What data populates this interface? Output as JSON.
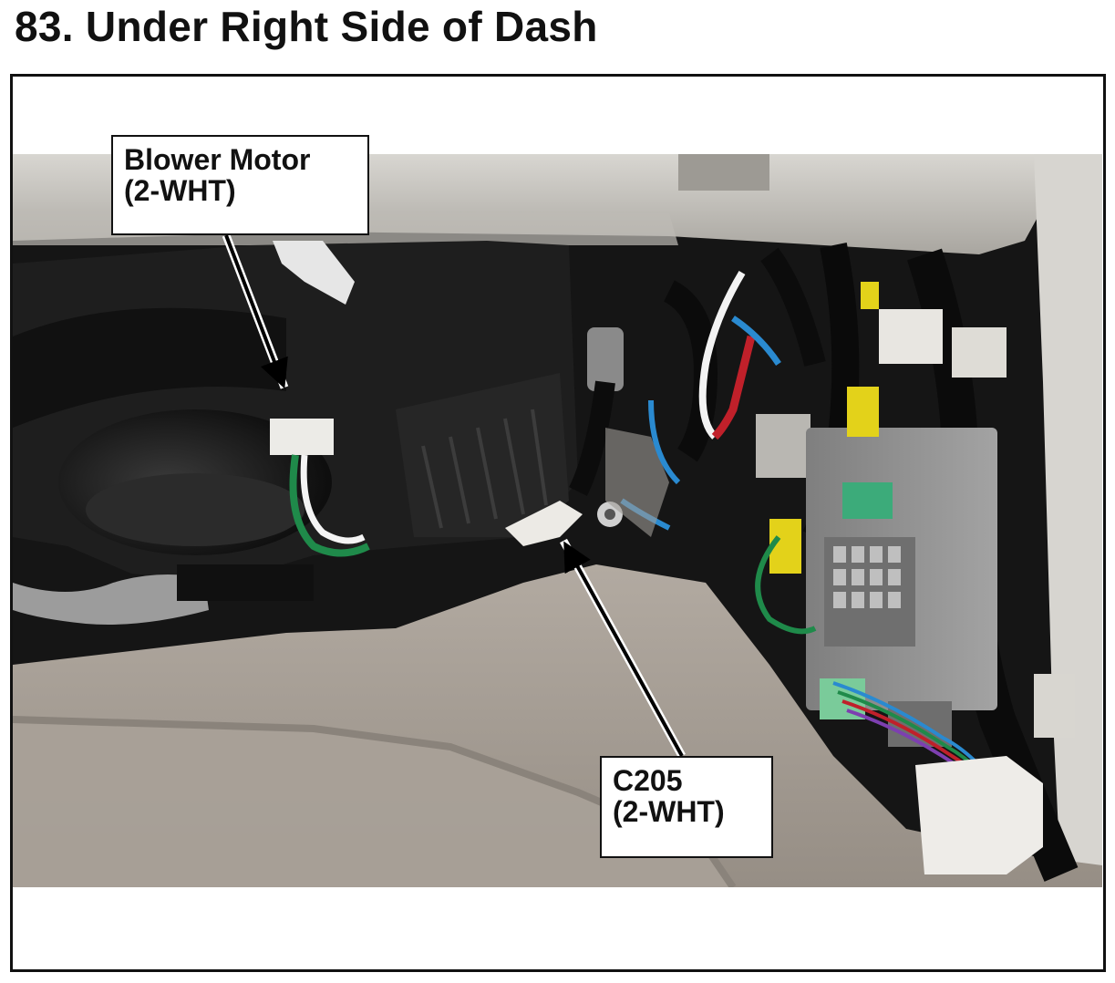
{
  "title": "83.  Under Right Side of Dash",
  "callouts": {
    "blower_motor": {
      "line1": "Blower Motor",
      "line2": "(2-WHT)"
    },
    "c205": {
      "line1": "C205",
      "line2": "(2-WHT)"
    }
  },
  "colors": {
    "frame": "#111111",
    "carpet": "#a59d94",
    "dash_panel": "#c9c6c0",
    "wire_green": "#1f8a4a",
    "wire_blue": "#2a8ad0",
    "wire_red": "#c0202a",
    "connector_yellow": "#e3d21a"
  }
}
